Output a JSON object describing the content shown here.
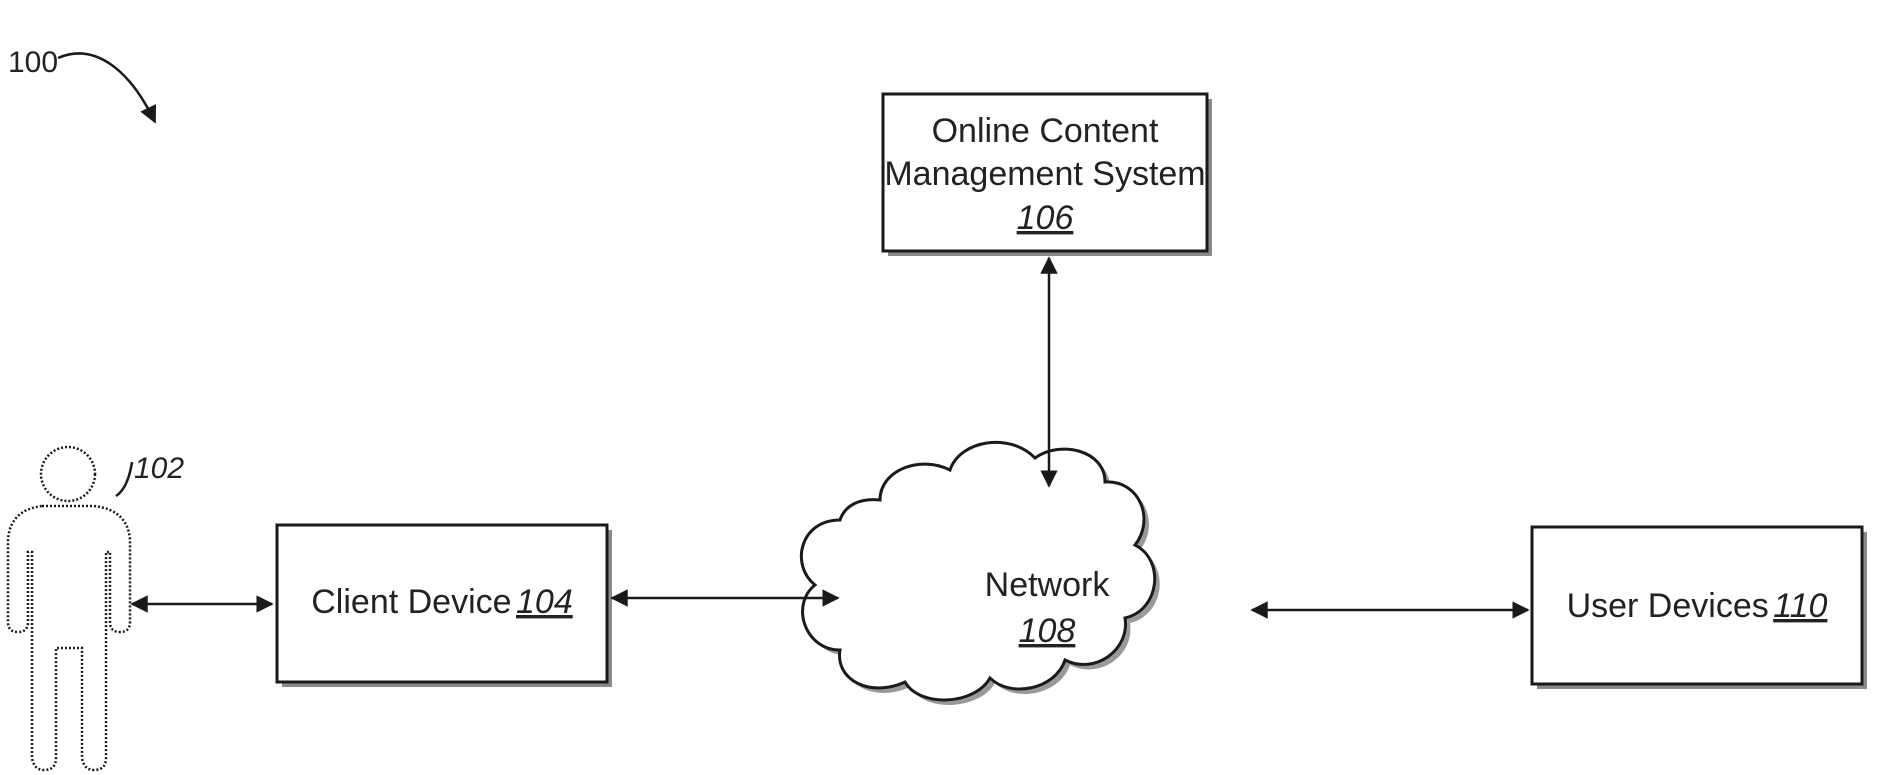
{
  "figure": {
    "number": "100"
  },
  "user": {
    "ref": "102"
  },
  "client_device": {
    "label": "Client Device",
    "ref": "104"
  },
  "ocms": {
    "line1": "Online Content",
    "line2": "Management System",
    "ref": "106"
  },
  "network": {
    "label": "Network",
    "ref": "108"
  },
  "user_devices": {
    "label": "User Devices",
    "ref": "110"
  }
}
